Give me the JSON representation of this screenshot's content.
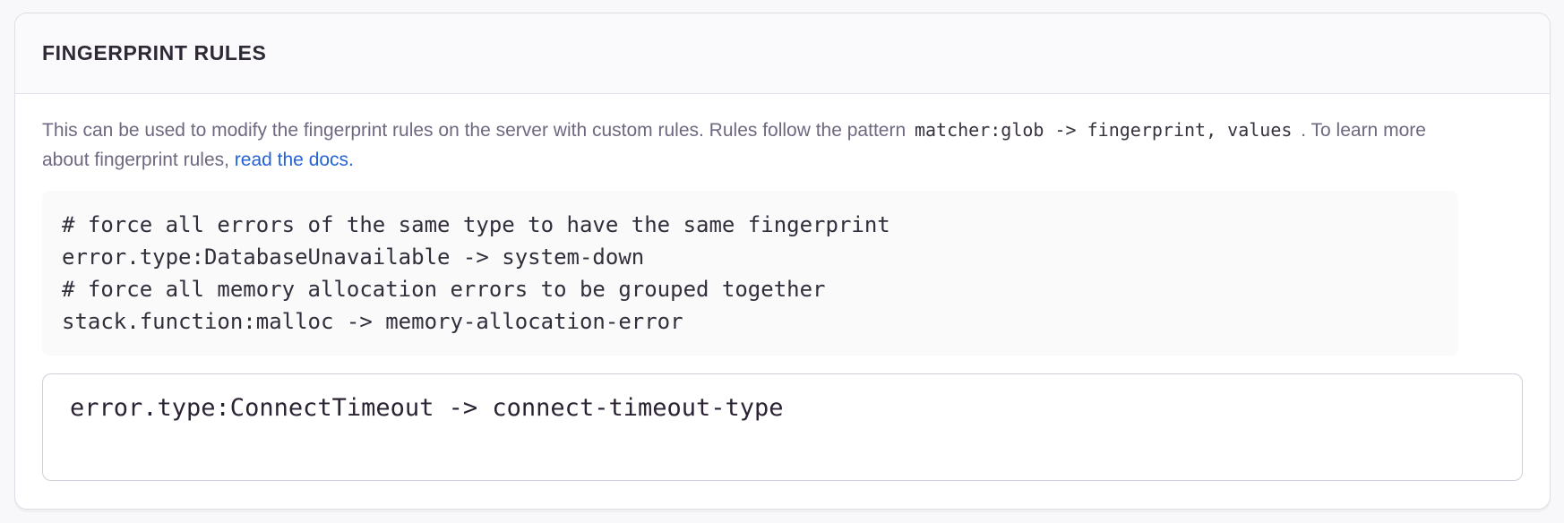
{
  "panel": {
    "title": "FINGERPRINT RULES",
    "description": {
      "text_before_code": "This can be used to modify the fingerprint rules on the server with custom rules. Rules follow the pattern ",
      "inline_code": "matcher:glob -> fingerprint, values",
      "text_after_code": " . To learn more about fingerprint rules, ",
      "link_text": "read the docs."
    },
    "example_code_lines": [
      "# force all errors of the same type to have the same fingerprint",
      "error.type:DatabaseUnavailable -> system-down",
      "# force all memory allocation errors to be grouped together",
      "stack.function:malloc -> memory-allocation-error"
    ],
    "input": {
      "value": "error.type:ConnectTimeout -> connect-timeout-type"
    }
  },
  "colors": {
    "page_background": "#f8f7fa",
    "panel_border": "#e0dbe5",
    "header_background": "#faf9fb",
    "title_text": "#2f2936",
    "description_text": "#6f6880",
    "link_blue": "#2562d4",
    "code_block_background": "#fafafa",
    "code_text": "#332e3b",
    "textarea_border": "#d4cdda"
  }
}
